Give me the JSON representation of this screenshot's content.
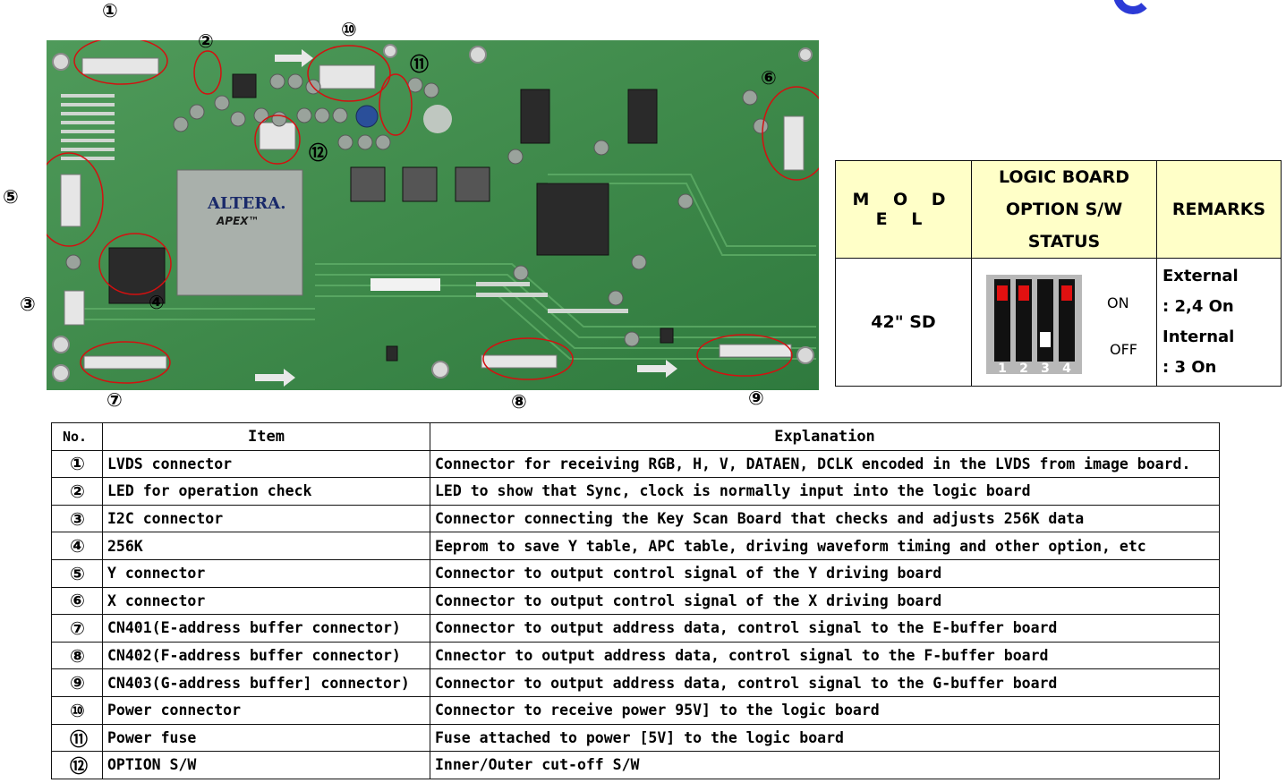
{
  "board_labels": [
    "①",
    "②",
    "③",
    "④",
    "⑤",
    "⑥",
    "⑦",
    "⑧",
    "⑨",
    "⑩",
    "⑪",
    "⑫"
  ],
  "board_print": {
    "altera": "ALTERA.",
    "apex": "APEX™"
  },
  "option_table": {
    "header": {
      "model": "M O D E L",
      "logic_line1": "LOGIC BOARD",
      "logic_line2": "OPTION S/W",
      "logic_line3": "STATUS",
      "remarks": "REMARKS"
    },
    "row": {
      "model": "42\" SD",
      "dip_numbers": [
        "1",
        "2",
        "3",
        "4"
      ],
      "dip_states": [
        "on",
        "on",
        "off",
        "on"
      ],
      "on_label": "ON",
      "off_label": "OFF",
      "remarks_line1": "External",
      "remarks_line2": ": 2,4 On",
      "remarks_line3": "Internal",
      "remarks_line4": ": 3 On"
    },
    "colors": {
      "header_bg": "#ffffc8",
      "switch_on": "#e11010",
      "switch_body": "#111111",
      "switch_bg": "#b8b8b8"
    }
  },
  "item_table": {
    "headers": {
      "no": "No.",
      "item": "Item",
      "explanation": "Explanation"
    },
    "rows": [
      {
        "no": "①",
        "item": "LVDS connector",
        "explanation": "Connector for receiving RGB, H, V, DATAEN, DCLK encoded in the LVDS from image board."
      },
      {
        "no": "②",
        "item": "LED for operation check",
        "explanation": "LED to show that Sync, clock is normally input into the logic board"
      },
      {
        "no": "③",
        "item": "I2C connector",
        "explanation": "Connector connecting the Key Scan Board that checks and adjusts 256K data"
      },
      {
        "no": "④",
        "item": "256K",
        "explanation": "Eeprom to save Y table, APC table, driving waveform timing and other option, etc"
      },
      {
        "no": "⑤",
        "item": "Y connector",
        "explanation": "Connector to output control signal of the Y driving board"
      },
      {
        "no": "⑥",
        "item": "X connector",
        "explanation": "Connector to output control signal of the X driving board"
      },
      {
        "no": "⑦",
        "item": "CN401(E-address buffer connector)",
        "explanation": "Connector to output address data, control signal to the E-buffer board"
      },
      {
        "no": "⑧",
        "item": "CN402(F-address buffer connector)",
        "explanation": "Cnnector to output address data, control signal to the F-buffer board"
      },
      {
        "no": "⑨",
        "item": "CN403(G-address buffer] connector)",
        "explanation": "Connector to output address data, control signal to the G-buffer board"
      },
      {
        "no": "⑩",
        "item": "Power connector",
        "explanation": "Connector to receive power 95V] to the logic board"
      },
      {
        "no": "⑪",
        "item": "Power fuse",
        "explanation": "Fuse attached to power [5V] to the logic board"
      },
      {
        "no": "⑫",
        "item": "OPTION S/W",
        "explanation": "Inner/Outer cut-off S/W"
      }
    ]
  }
}
